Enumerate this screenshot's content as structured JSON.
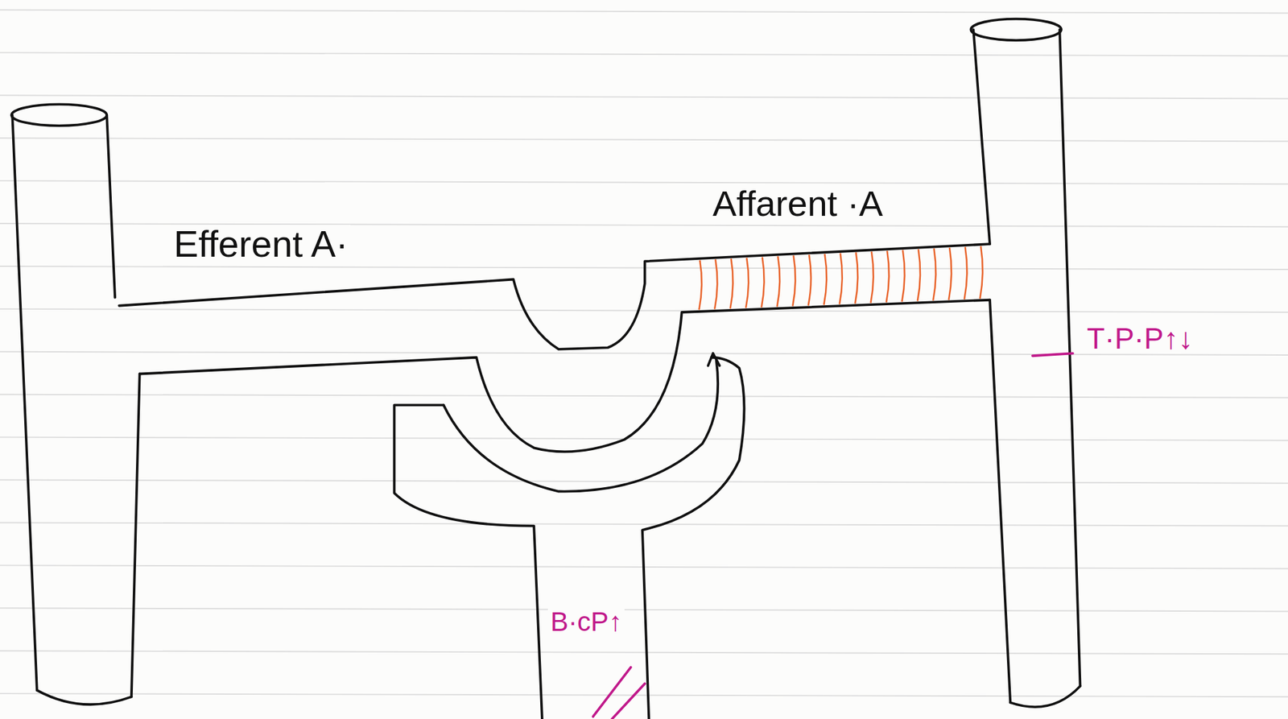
{
  "diagram": {
    "labels": [
      "Efferent A·",
      "Affarent ·A",
      "T·P·P↑↓",
      "B·cP↑"
    ]
  }
}
